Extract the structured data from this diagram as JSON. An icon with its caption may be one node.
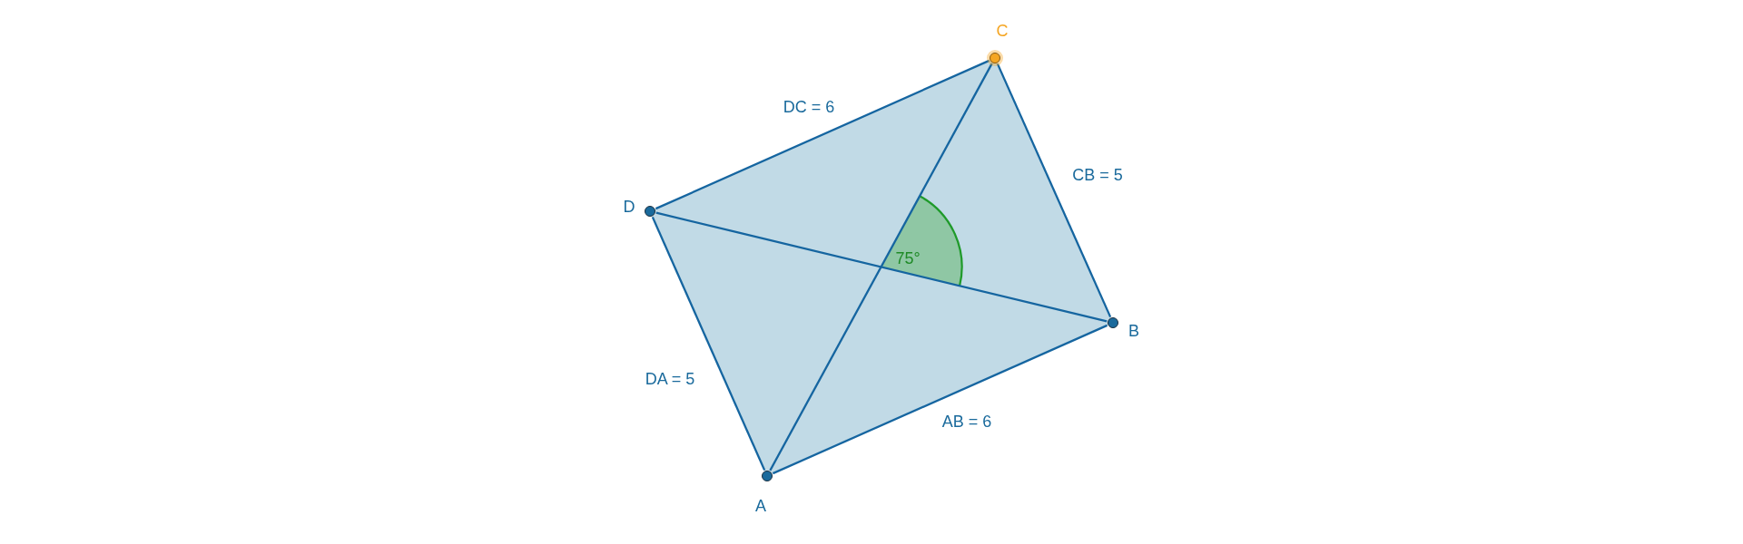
{
  "diagram": {
    "nodes": [
      {
        "text": [],
        "shape": "circle",
        "beside": [
          "C"
        ]
      },
      {
        "text": [],
        "shape": "circle",
        "beside": [
          "D"
        ]
      },
      {
        "text": [],
        "shape": "circle",
        "beside": [
          "B"
        ]
      },
      {
        "text": [],
        "shape": "circle",
        "beside": [
          "A"
        ]
      }
    ],
    "edges": [
      {
        "from": 1,
        "to": 0,
        "arrow": "none",
        "label": "DC = 6"
      },
      {
        "from": 0,
        "to": 2,
        "arrow": "none",
        "label": "CB = 5"
      },
      {
        "from": 1,
        "to": 3,
        "arrow": "none",
        "label": "DA = 5"
      },
      {
        "from": 3,
        "to": 2,
        "arrow": "none",
        "label": "AB = 6"
      },
      {
        "from": 3,
        "to": 0,
        "arrow": "none"
      },
      {
        "from": 1,
        "to": 2,
        "arrow": "none"
      }
    ],
    "labels": [
      "75°"
    ]
  }
}
